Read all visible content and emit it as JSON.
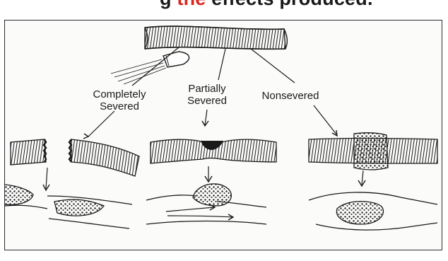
{
  "title": {
    "prefix": "g",
    "highlight": "the",
    "suffix": "effects produced."
  },
  "labels": {
    "completely_line1": "Completely",
    "completely_line2": "Severed",
    "partially_line1": "Partially",
    "partially_line2": "Severed",
    "nonsevered": "Nonsevered"
  },
  "colors": {
    "ink": "#1a1a1a",
    "title_accent": "#d9271e"
  }
}
